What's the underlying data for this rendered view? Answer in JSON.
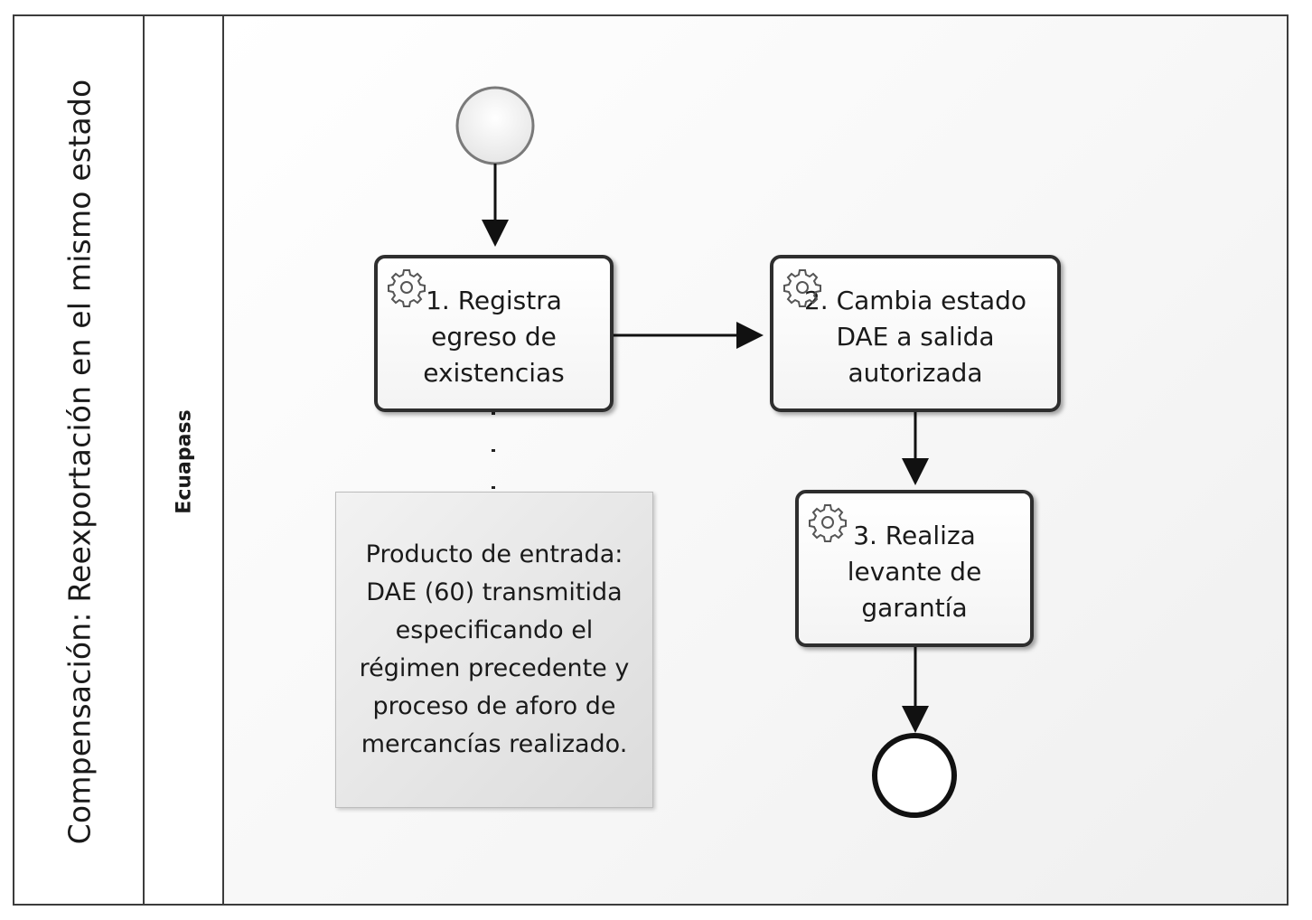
{
  "pool": {
    "title": "Compensación: Reexportación en el mismo estado"
  },
  "lane": {
    "title": "Ecuapass"
  },
  "tasks": [
    {
      "label": "1. Registra egreso de existencias",
      "icon": "gear-icon"
    },
    {
      "label": "2. Cambia estado DAE a salida autorizada",
      "icon": "gear-icon"
    },
    {
      "label": "3. Realiza levante de garantía",
      "icon": "gear-icon"
    }
  ],
  "artifact": {
    "text": "Producto de entrada: DAE (60) transmitida especificando el régimen precedente y proceso de aforo de mercancías realizado."
  },
  "events": {
    "start": "start-event",
    "end": "end-event"
  },
  "colors": {
    "stroke": "#2e2e2e",
    "border": "#3c3c3c",
    "artifact_fill": "#e4e4e4"
  }
}
